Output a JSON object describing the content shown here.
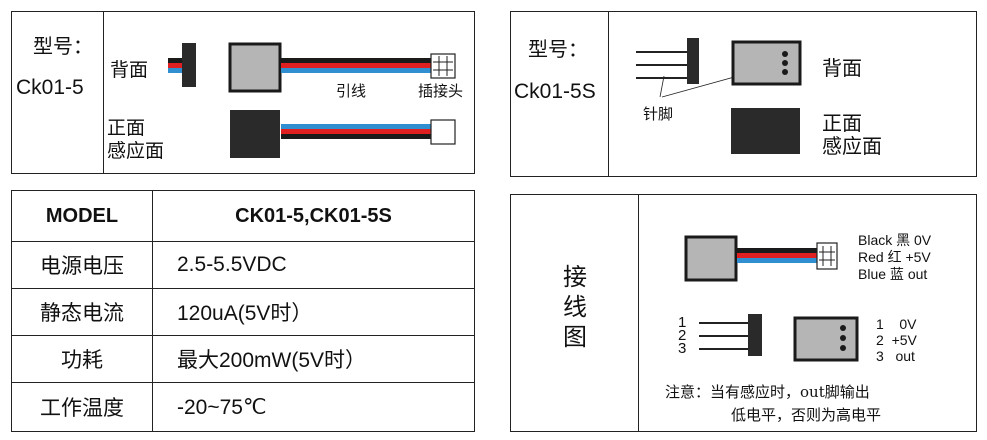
{
  "panel_ck015": {
    "model_label": "型号：",
    "model_name": "Ck01-5",
    "back_label": "背面",
    "front_label_line1": "正面",
    "front_label_line2": "感应面",
    "lead_label": "引线",
    "plug_label": "插接头"
  },
  "panel_ck015s": {
    "model_label": "型号：",
    "model_name": "Ck01-5S",
    "pin_label": "针脚",
    "back_label": "背面",
    "front_label_line1": "正面",
    "front_label_line2": "感应面"
  },
  "spec_table": {
    "header": [
      "MODEL",
      "CK01-5,CK01-5S"
    ],
    "rows": [
      [
        "电源电压",
        "2.5-5.5VDC"
      ],
      [
        "静态电流",
        "120uA(5V时）"
      ],
      [
        "功耗",
        "最大200mW(5V时）"
      ],
      [
        "工作温度",
        "-20~75℃"
      ]
    ]
  },
  "wiring": {
    "title": "接线图",
    "wire_legend": [
      {
        "color_name": "Black",
        "cn": "黑",
        "signal": "0V"
      },
      {
        "color_name": "Red",
        "cn": "红",
        "signal": "+5V"
      },
      {
        "color_name": "Blue",
        "cn": "蓝",
        "signal": "out"
      }
    ],
    "pin_numbers": [
      "1",
      "2",
      "3"
    ],
    "pin_legend": [
      {
        "num": "1",
        "signal": "0V"
      },
      {
        "num": "2",
        "signal": "+5V"
      },
      {
        "num": "3",
        "signal": "out"
      }
    ],
    "note_line1": "注意：当有感应时，out脚输出",
    "note_line2": "低电平，否则为高电平"
  },
  "colors": {
    "wire_black": "#1a1a1a",
    "wire_red": "#e02020",
    "wire_blue": "#2f8fd0",
    "sensor_gray": "#b5b5b5",
    "sensor_dark": "#2a2a2a"
  }
}
